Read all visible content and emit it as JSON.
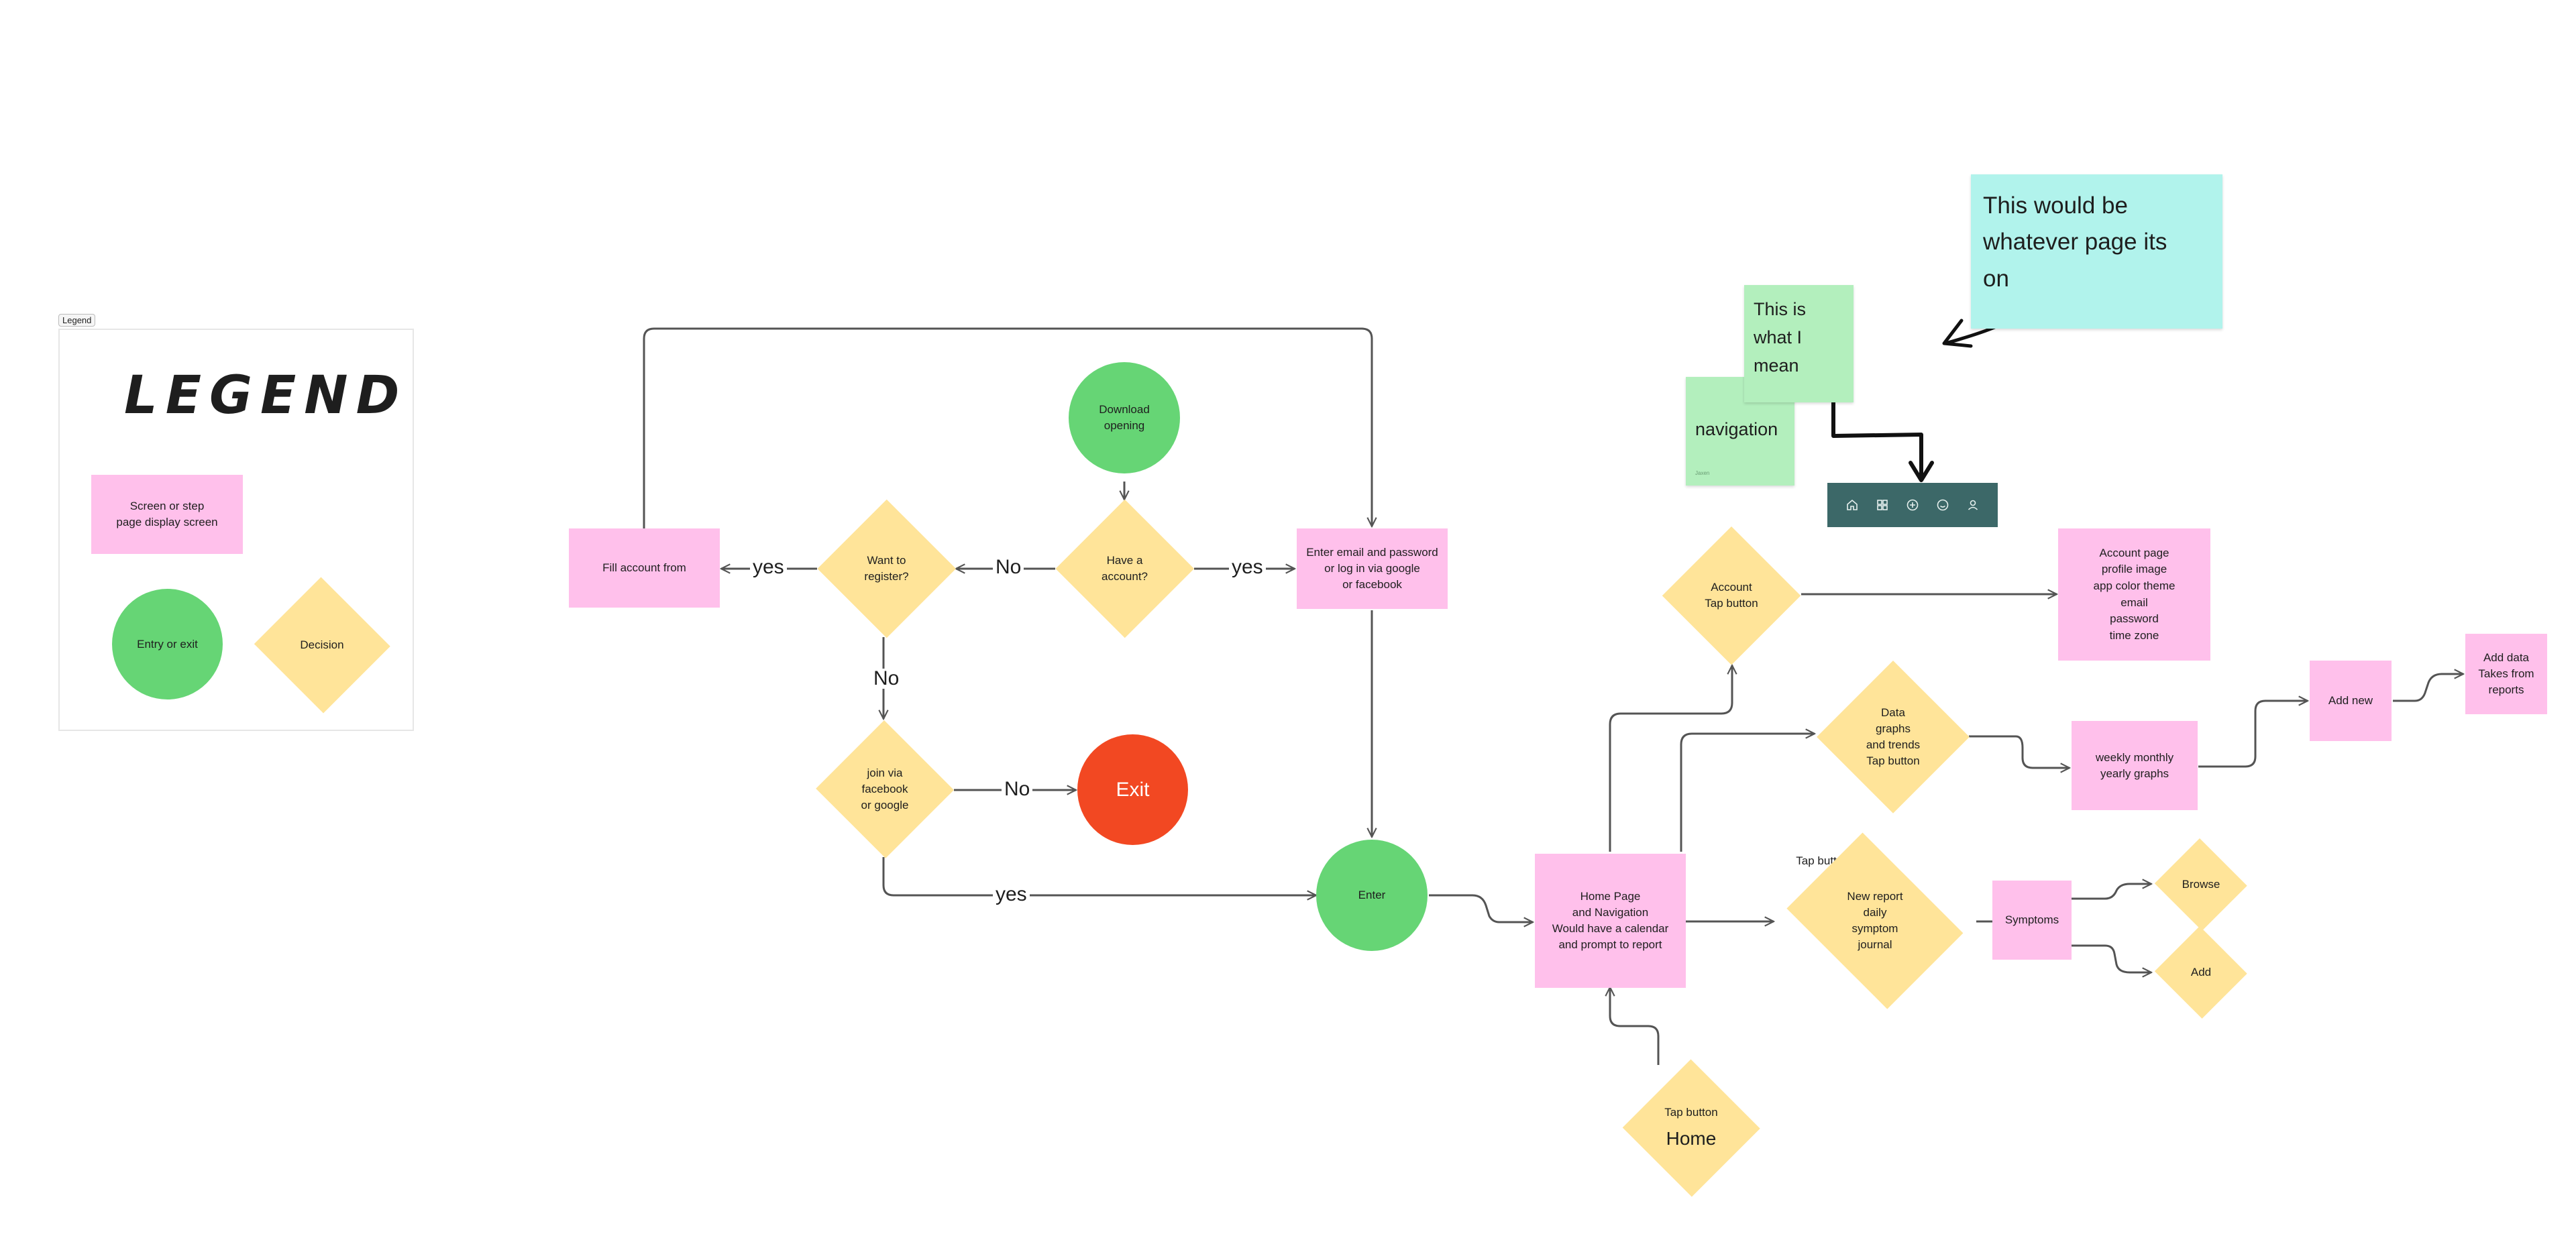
{
  "legend": {
    "tag": "Legend",
    "title": "LEGEND",
    "screen": "Screen or step\npage display screen",
    "entry": "Entry or exit",
    "decision": "Decision"
  },
  "nodes": {
    "download": "Download\nopening",
    "have_account": "Have a\naccount?",
    "want_register": "Want to\nregister?",
    "fill_account": "Fill account from",
    "enter_email": "Enter email and password\nor log in via google\nor facebook",
    "join_via": "join via\nfacebook\nor google",
    "exit": "Exit",
    "enter": "Enter",
    "home_page": "Home Page\nand Navigation\nWould have a calendar\nand prompt to report",
    "account_tap": "Account\nTap button",
    "account_page": "Account page\nprofile image\napp color theme\nemail\npassword\ntime zone",
    "data_tap": "Data\ngraphs\nand trends\nTap button",
    "weekly": "weekly monthly\nyearly graphs",
    "add_new": "Add new",
    "add_data": "Add data\nTakes from\nreports",
    "new_report_tap": "Tap button",
    "new_report": "New report\ndaily\nsymptom\njournal",
    "symptoms": "Symptoms",
    "browse": "Browse",
    "add": "Add",
    "home_tap_small": "Tap button",
    "home_tap_big": "Home"
  },
  "edge_labels": {
    "no_1": "No",
    "yes_1": "yes",
    "yes_2": "yes",
    "no_2": "No",
    "no_3": "No",
    "yes_3": "yes"
  },
  "notes": {
    "cyan": "This would be\nwhatever page its\non",
    "green_front": "This is\nwhat I\nmean",
    "green_back": "navigation",
    "green_back_author": "Jaxen"
  },
  "navbar_icons": [
    "home-icon",
    "grid-icon",
    "plus-circle-icon",
    "smile-icon",
    "person-icon"
  ],
  "colors": {
    "screen": "#ffc0eb",
    "decision": "#ffe499",
    "entry": "#66d575",
    "exit": "#f24822",
    "sticky_green": "#b3efbd",
    "sticky_cyan": "#b1f3ec",
    "navbar": "#3c6868",
    "connector": "#545454"
  }
}
